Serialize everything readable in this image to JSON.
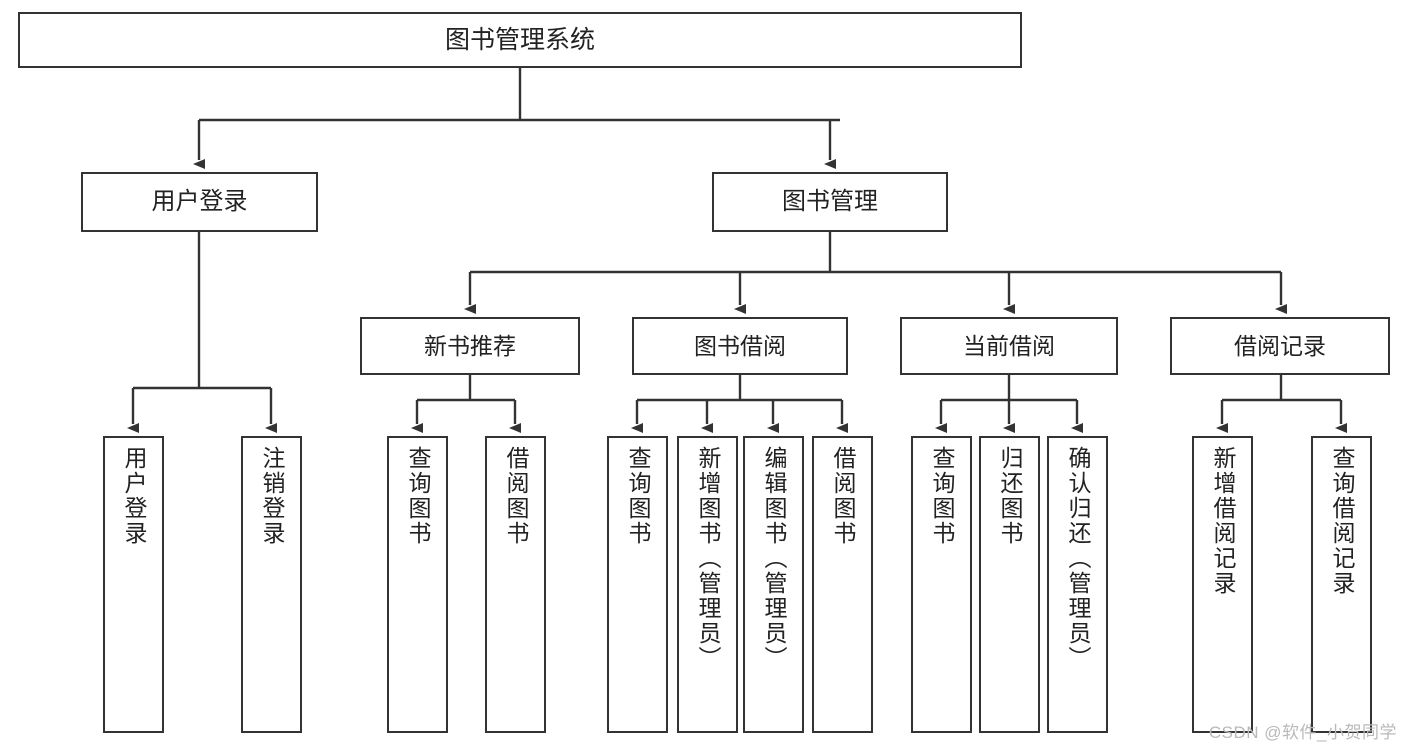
{
  "diagram": {
    "title": "图书管理系统",
    "watermark": "CSDN @软件_小贺同学",
    "colors": {
      "background": "#ffffff",
      "node_border": "#333333",
      "node_fill": "#ffffff",
      "edge": "#333333",
      "text": "#222222",
      "watermark": "#b9b9b9"
    },
    "levels": {
      "root": {
        "label": "图书管理系统"
      },
      "level2": [
        {
          "label": "用户登录"
        },
        {
          "label": "图书管理"
        }
      ],
      "level3": [
        {
          "label": "新书推荐"
        },
        {
          "label": "图书借阅"
        },
        {
          "label": "当前借阅"
        },
        {
          "label": "借阅记录"
        }
      ],
      "leaves": {
        "user_login": [
          {
            "label": "用户登录"
          },
          {
            "label": "注销登录"
          }
        ],
        "new_book_recommend": [
          {
            "label": "查询图书"
          },
          {
            "label": "借阅图书"
          }
        ],
        "book_borrow": [
          {
            "label": "查询图书"
          },
          {
            "label": "新增图书（管理员）"
          },
          {
            "label": "编辑图书（管理员）"
          },
          {
            "label": "借阅图书"
          }
        ],
        "current_borrow": [
          {
            "label": "查询图书"
          },
          {
            "label": "归还图书"
          },
          {
            "label": "确认归还（管理员）"
          }
        ],
        "borrow_record": [
          {
            "label": "新增借阅记录"
          },
          {
            "label": "查询借阅记录"
          }
        ]
      }
    }
  }
}
